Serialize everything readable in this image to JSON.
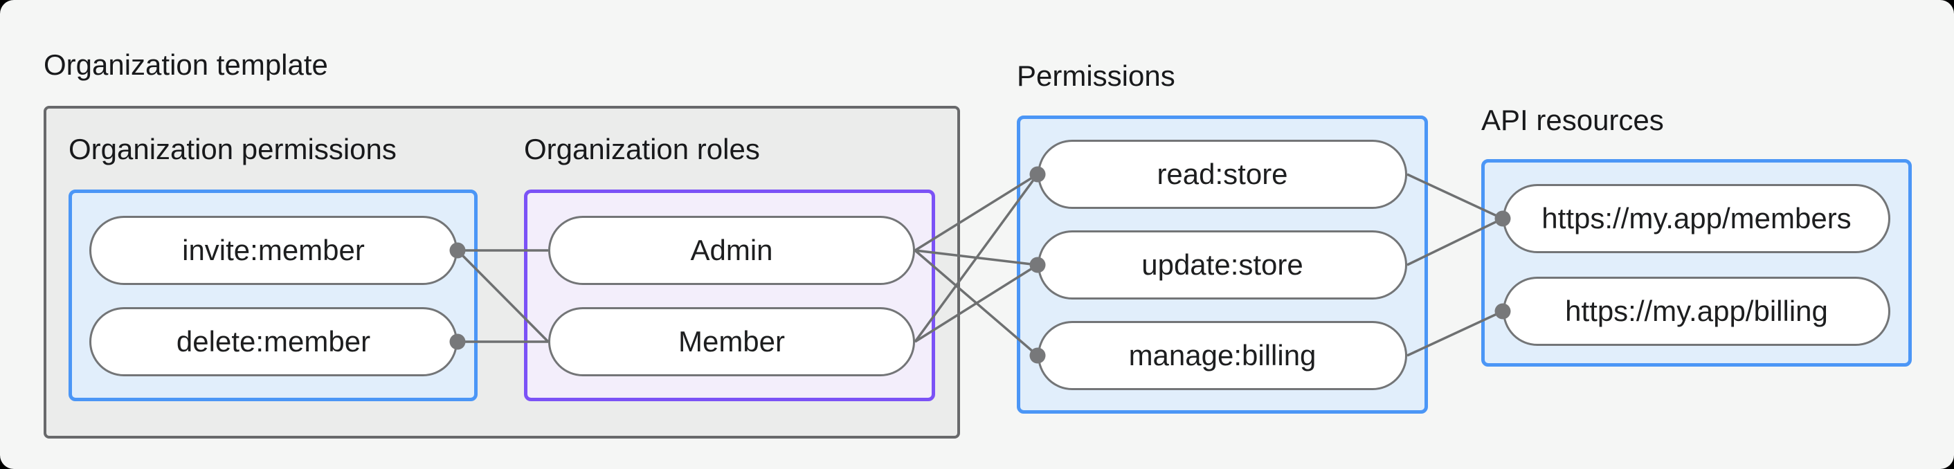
{
  "labels": {
    "organization_template": "Organization template",
    "organization_permissions": "Organization permissions",
    "organization_roles": "Organization roles",
    "permissions": "Permissions",
    "api_resources": "API resources"
  },
  "nodes": {
    "invite_member": {
      "label": "invite:member"
    },
    "delete_member": {
      "label": "delete:member"
    },
    "admin": {
      "label": "Admin"
    },
    "member": {
      "label": "Member"
    },
    "read_store": {
      "label": "read:store"
    },
    "update_store": {
      "label": "update:store"
    },
    "manage_billing": {
      "label": "manage:billing"
    },
    "members_api": {
      "label": "https://my.app/members"
    },
    "billing_api": {
      "label": "https://my.app/billing"
    }
  },
  "diagram": {
    "edges": [
      {
        "from": "invite_member",
        "to": "admin"
      },
      {
        "from": "invite_member",
        "to": "member"
      },
      {
        "from": "delete_member",
        "to": "member"
      },
      {
        "from": "admin",
        "to": "read_store"
      },
      {
        "from": "admin",
        "to": "update_store"
      },
      {
        "from": "admin",
        "to": "manage_billing"
      },
      {
        "from": "member",
        "to": "read_store"
      },
      {
        "from": "member",
        "to": "update_store"
      },
      {
        "from": "read_store",
        "to": "members_api"
      },
      {
        "from": "update_store",
        "to": "members_api"
      },
      {
        "from": "manage_billing",
        "to": "billing_api"
      }
    ],
    "dots": [
      {
        "node": "invite_member",
        "side": "right"
      },
      {
        "node": "delete_member",
        "side": "right"
      },
      {
        "node": "read_store",
        "side": "left"
      },
      {
        "node": "update_store",
        "side": "left"
      },
      {
        "node": "manage_billing",
        "side": "left"
      },
      {
        "node": "members_api",
        "side": "left"
      },
      {
        "node": "billing_api",
        "side": "left"
      }
    ]
  },
  "colors": {
    "background": "#f5f6f5",
    "gray_box_fill": "#ebeceb",
    "gray_box_border": "#68696b",
    "blue_box_fill": "#e1eefb",
    "blue_box_border": "#4b96f6",
    "purple_box_fill": "#f3eefb",
    "purple_box_border": "#7b52f6",
    "pill_border": "#737577",
    "edge_line": "#6e7071",
    "edge_dot": "#77787a",
    "text": "#18191b"
  }
}
